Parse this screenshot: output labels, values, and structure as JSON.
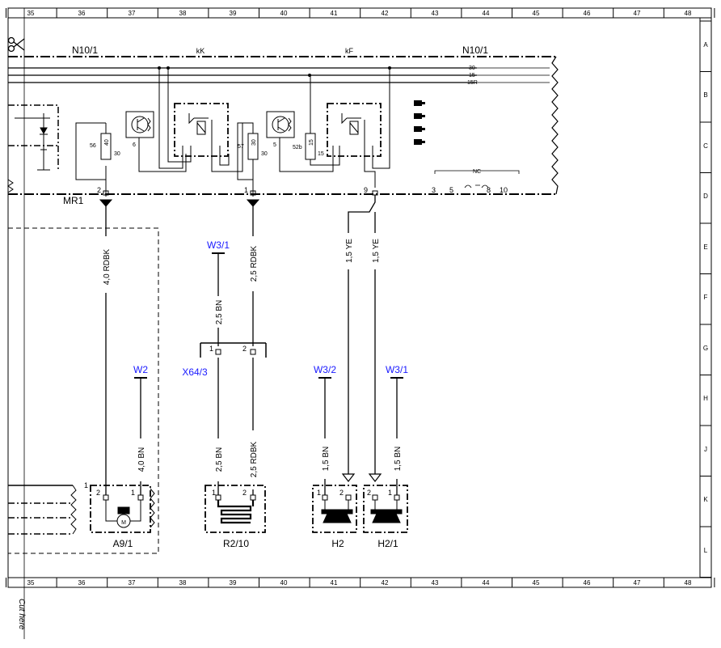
{
  "grid": {
    "columns": [
      "35",
      "36",
      "37",
      "38",
      "39",
      "40",
      "41",
      "42",
      "43",
      "44",
      "45",
      "46",
      "47",
      "48"
    ],
    "rows": [
      "A",
      "B",
      "C",
      "D",
      "E",
      "F",
      "G",
      "H",
      "J",
      "K",
      "L"
    ]
  },
  "cut_label": "Cut here",
  "labels": {
    "n10_left": "N10/1",
    "n10_right": "N10/1",
    "kK": "kK",
    "kF": "kF",
    "bus30": "30",
    "bus15": "15",
    "bus15R": "15R",
    "mr1": "MR1",
    "nc": "NC",
    "pin56": "56",
    "pin40": "40",
    "pin30a": "30",
    "pin6": "6",
    "pin57": "57",
    "pin30b": "30",
    "pin30c": "30",
    "pin5": "5",
    "pin52b": "52b",
    "pin15a": "15",
    "pin15b": "15",
    "conn2": "2",
    "conn1": "1",
    "conn9": "9",
    "conn3": "3",
    "conn5": "5",
    "conn8": "8",
    "conn10": "10",
    "w31_top": "W3/1",
    "w2": "W2",
    "x643": "X64/3",
    "w32": "W3/2",
    "w31_right": "W3/1",
    "a91": "A9/1",
    "r210": "R2/10",
    "h2": "H2",
    "h21": "H2/1",
    "x64_pin1": "1",
    "x64_pin2": "2",
    "a9_pin2": "2",
    "a9_pin1": "1",
    "a9_ext1": "1",
    "r2_pin1": "1",
    "r2_pin2": "2",
    "h2_pin1": "1",
    "h2_pin2": "2",
    "h21_pin2": "2",
    "h21_pin1": "1"
  },
  "wires": {
    "w_40rdbk": "4,0 RDBK",
    "w_25rdbk_top": "2,5 RDBK",
    "w_15ye_a": "1,5 YE",
    "w_15ye_b": "1,5 YE",
    "w_25bn_top": "2,5 BN",
    "w_40bn": "4,0 BN",
    "w_25bn_bot": "2,5 BN",
    "w_25rdbk_bot": "2,5 RDBK",
    "w_15bn_a": "1,5 BN",
    "w_15bn_b": "1,5 BN"
  },
  "colors": {
    "line": "#000000",
    "ground_ref": "#1a1aff"
  }
}
